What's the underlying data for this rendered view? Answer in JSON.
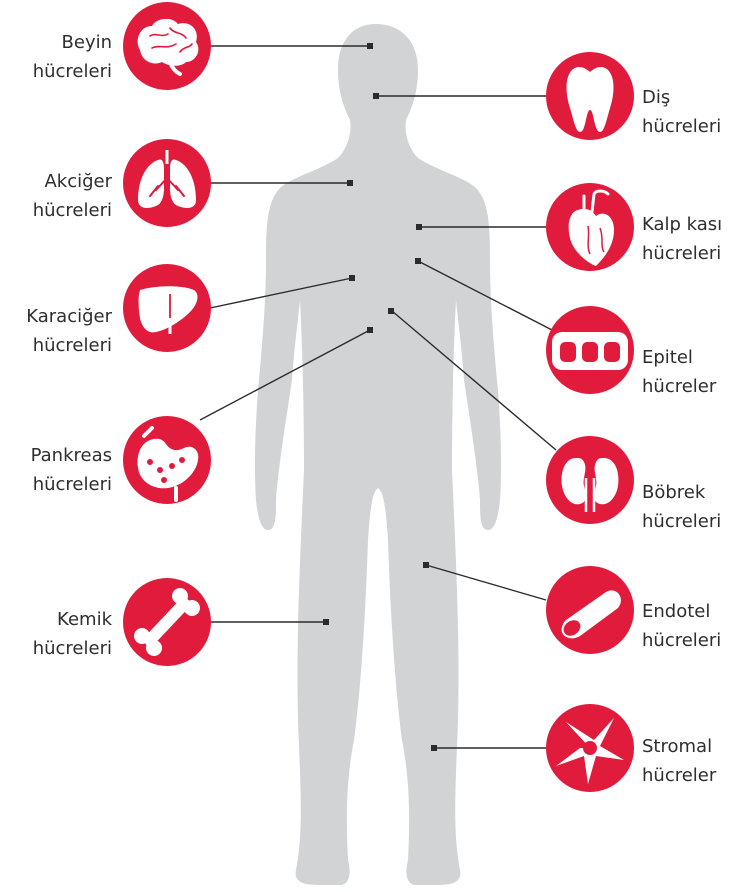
{
  "labels": {
    "brain": [
      "Beyin",
      "hücreleri"
    ],
    "tooth": [
      "Diş",
      "hücreleri"
    ],
    "lung": [
      "Akciğer",
      "hücreleri"
    ],
    "heart": [
      "Kalp kası",
      "hücreleri"
    ],
    "liver": [
      "Karaciğer",
      "hücreleri"
    ],
    "epithelial": [
      "Epitel",
      "hücreler"
    ],
    "pancreas": [
      "Pankreas",
      "hücreleri"
    ],
    "kidney": [
      "Böbrek",
      "hücreleri"
    ],
    "bone": [
      "Kemik",
      "hücreleri"
    ],
    "endothelial": [
      "Endotel",
      "hücreleri"
    ],
    "stromal": [
      "Stromal",
      "hücreler"
    ]
  },
  "colors": {
    "icon_circle": "#e01b3c",
    "body_silhouette": "#d2d3d5",
    "connector": "#2b2b2b",
    "label_text": "#2e2e2e"
  },
  "icons": {
    "brain": "brain-icon",
    "tooth": "tooth-icon",
    "lung": "lungs-icon",
    "heart": "heart-icon",
    "liver": "liver-icon",
    "epithelial": "epithelial-cells-icon",
    "pancreas": "pancreas-icon",
    "kidney": "kidneys-icon",
    "bone": "bone-icon",
    "endothelial": "vessel-icon",
    "stromal": "stromal-cell-icon"
  }
}
